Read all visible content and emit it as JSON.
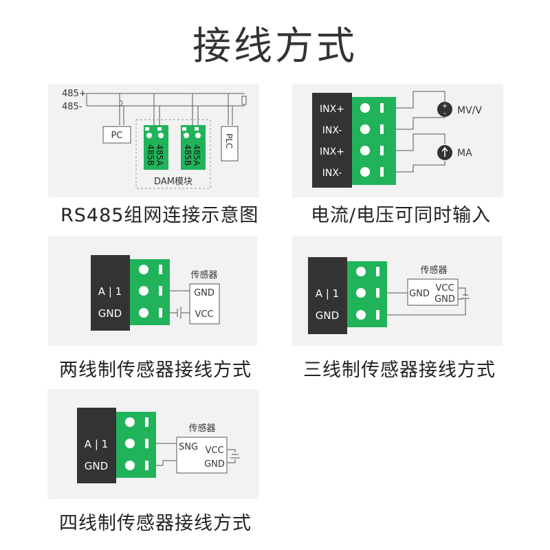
{
  "page": {
    "title": "接线方式"
  },
  "colors": {
    "green": "#21b35a",
    "dark": "#333333",
    "panel": "#f2f2f2",
    "line": "#555555"
  },
  "rs485": {
    "caption": "RS485组网连接示意图",
    "bus_a": "485+",
    "bus_b": "485-",
    "pc": "PC",
    "plc": "PLC",
    "module_line1": "485A",
    "module_line2": "485B",
    "group_label": "DAM模块"
  },
  "current_voltage": {
    "caption": "电流/电压可同时输入",
    "terminals": [
      "INX+",
      "INX-",
      "INX+",
      "INX-"
    ],
    "voltage_label": "MV/V",
    "current_label": "MA"
  },
  "two_wire": {
    "caption": "两线制传感器接线方式",
    "terminals": [
      "A | 1",
      "GND"
    ],
    "sensor_title": "传感器",
    "pin1": "GND",
    "pin2": "VCC"
  },
  "three_wire": {
    "caption": "三线制传感器接线方式",
    "terminals": [
      "A | 1",
      "GND"
    ],
    "sensor_title": "传感器",
    "pin_left": "GND",
    "pin_vcc": "VCC",
    "pin_gnd": "GND"
  },
  "four_wire": {
    "caption": "四线制传感器接线方式",
    "terminals": [
      "A | 1",
      "GND"
    ],
    "sensor_title": "传感器",
    "pin_left": "SNG",
    "pin_vcc": "VCC",
    "pin_gnd": "GND"
  }
}
